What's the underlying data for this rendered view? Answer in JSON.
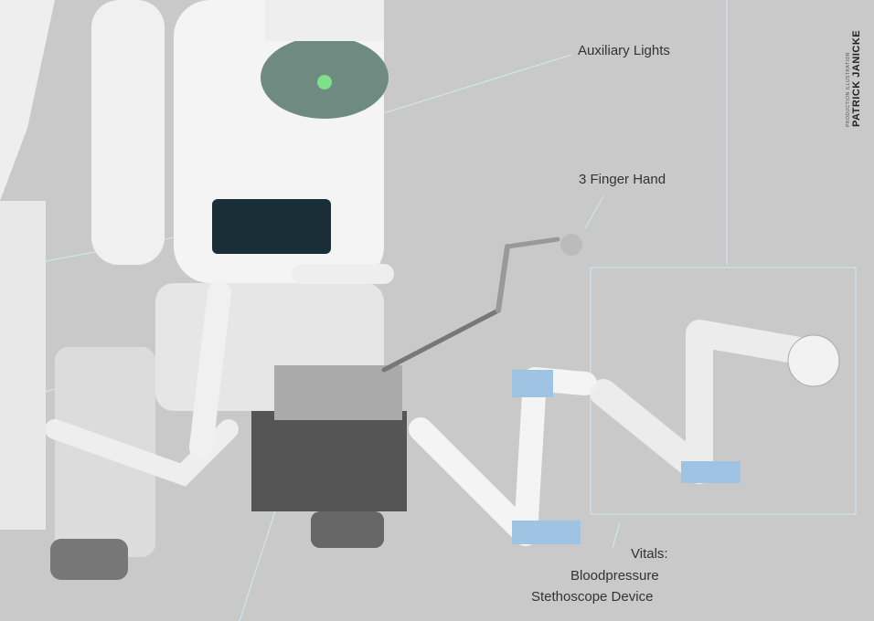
{
  "labels": {
    "auxiliary_lights": "Auxiliary Lights",
    "finger_hand": "3 Finger Hand",
    "vitals_title": "Vitals:",
    "vitals_line1": "Bloodpressure",
    "vitals_line2": "Stethoscope Device"
  },
  "signature": {
    "subtitle": "PRODUCTION ILLUSTRATION",
    "name": "PATRICK JANICKE"
  },
  "colors": {
    "background": "#c9c9c9",
    "callout_line": "#cfe6ee",
    "robot_white": "#f2f2f2",
    "accent_blue": "#9fc3e3"
  }
}
